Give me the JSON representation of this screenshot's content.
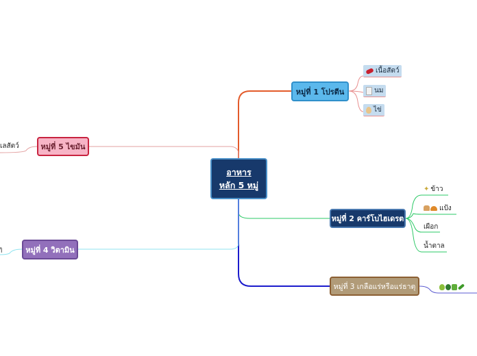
{
  "central": {
    "line1": "อาหาร",
    "line2": "หลัก 5 หมู่"
  },
  "groups": {
    "g1": {
      "label": "หมู่ที่ 1 โปรตีน",
      "items": [
        "เนื้อสัตว์",
        "นม",
        "ไข่"
      ]
    },
    "g2": {
      "label": "หมู่ที่ 2 คาร์โบไฮเดรต",
      "items": [
        "ข้าว",
        "แป้ง",
        "เผือก",
        "น้ำตาล"
      ]
    },
    "g3": {
      "label": "หมู่ที่ 3 เกลือแร่หรือแร่ธาตุ"
    },
    "g4": {
      "label": "หมู่ที่ 4 วิตามิน",
      "clipped_leaf": "ๆ"
    },
    "g5": {
      "label": "หมู่ที่ 5 ไขมัน",
      "clipped_leaf": "เลสัตว์"
    }
  },
  "colors": {
    "central_fill": "#17396b",
    "g1_fill": "#5bb8ec",
    "g2_fill": "#17396b",
    "g3_fill": "#b19b78",
    "g4_fill": "#9270bb",
    "g5_fill": "#f7b4c6"
  },
  "icons": {
    "meat": "meat-icon",
    "milk": "milk-icon",
    "egg": "egg-icon",
    "rice": "rice-icon",
    "bread": "bread-icon",
    "vegetables": "vegetables-icon"
  }
}
